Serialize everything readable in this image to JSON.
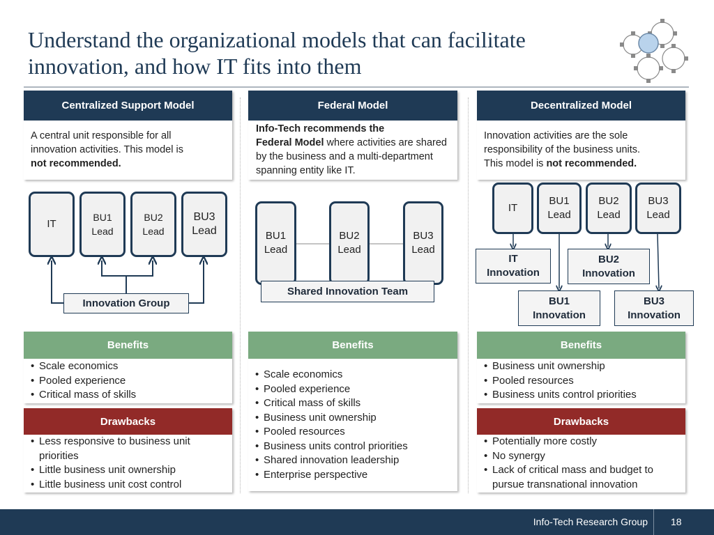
{
  "title": {
    "line1": "Understand the organizational models that can facilitate",
    "line2": "innovation, and how IT fits into them"
  },
  "logo": {
    "icon": "gears-icon",
    "accent": "#b9d3ec"
  },
  "colors": {
    "navy": "#1f3a55",
    "benefits": "#7aaa80",
    "drawbacks": "#922a28"
  },
  "centralized": {
    "header": "Centralized Support Model",
    "desc_line1": "A central unit responsible for all",
    "desc_line2": "innovation activities. This model is",
    "desc_bold": "not recommended.",
    "nodes": [
      "IT",
      "BU1\nLead",
      "BU2\nLead",
      "BU3\nLead"
    ],
    "group": "Innovation Group",
    "benefits_header": "Benefits",
    "benefits": [
      "Scale economics",
      "Pooled experience",
      "Critical mass of skills"
    ],
    "drawbacks_header": "Drawbacks",
    "drawbacks": [
      "Less responsive to business unit priorities",
      "Little business unit ownership",
      "Little business unit cost control"
    ]
  },
  "federal": {
    "header": "Federal Model",
    "desc_bold1": "Info-Tech recommends the",
    "desc_bold2": "Federal Model",
    "desc_rest": " where activities are shared by the business and a multi-department spanning entity like IT.",
    "nodes": [
      "BU1\nLead",
      "BU2\nLead",
      "BU3\nLead"
    ],
    "team": "Shared Innovation Team",
    "benefits_header": "Benefits",
    "benefits": [
      "Scale economics",
      "Pooled experience",
      "Critical mass of skills",
      "Business unit ownership",
      "Pooled resources",
      "Business units control priorities",
      "Shared innovation leadership",
      "Enterprise perspective"
    ]
  },
  "decentralized": {
    "header": "Decentralized Model",
    "desc_line1": "Innovation activities are the sole",
    "desc_line2": "responsibility of the business units.",
    "desc_line3": "This model is ",
    "desc_bold": "not recommended.",
    "nodes": [
      "IT",
      "BU1\nLead",
      "BU2\nLead",
      "BU3\nLead"
    ],
    "innovations": [
      "IT\nInnovation",
      "BU2\nInnovation",
      "BU1\nInnovation",
      "BU3\nInnovation"
    ],
    "benefits_header": "Benefits",
    "benefits": [
      "Business unit ownership",
      "Pooled resources",
      "Business units control priorities"
    ],
    "drawbacks_header": "Drawbacks",
    "drawbacks": [
      "Potentially more costly",
      "No synergy",
      "Lack of critical mass and budget to pursue transnational innovation"
    ]
  },
  "footer": {
    "text": "Info-Tech Research Group",
    "page": "18"
  }
}
